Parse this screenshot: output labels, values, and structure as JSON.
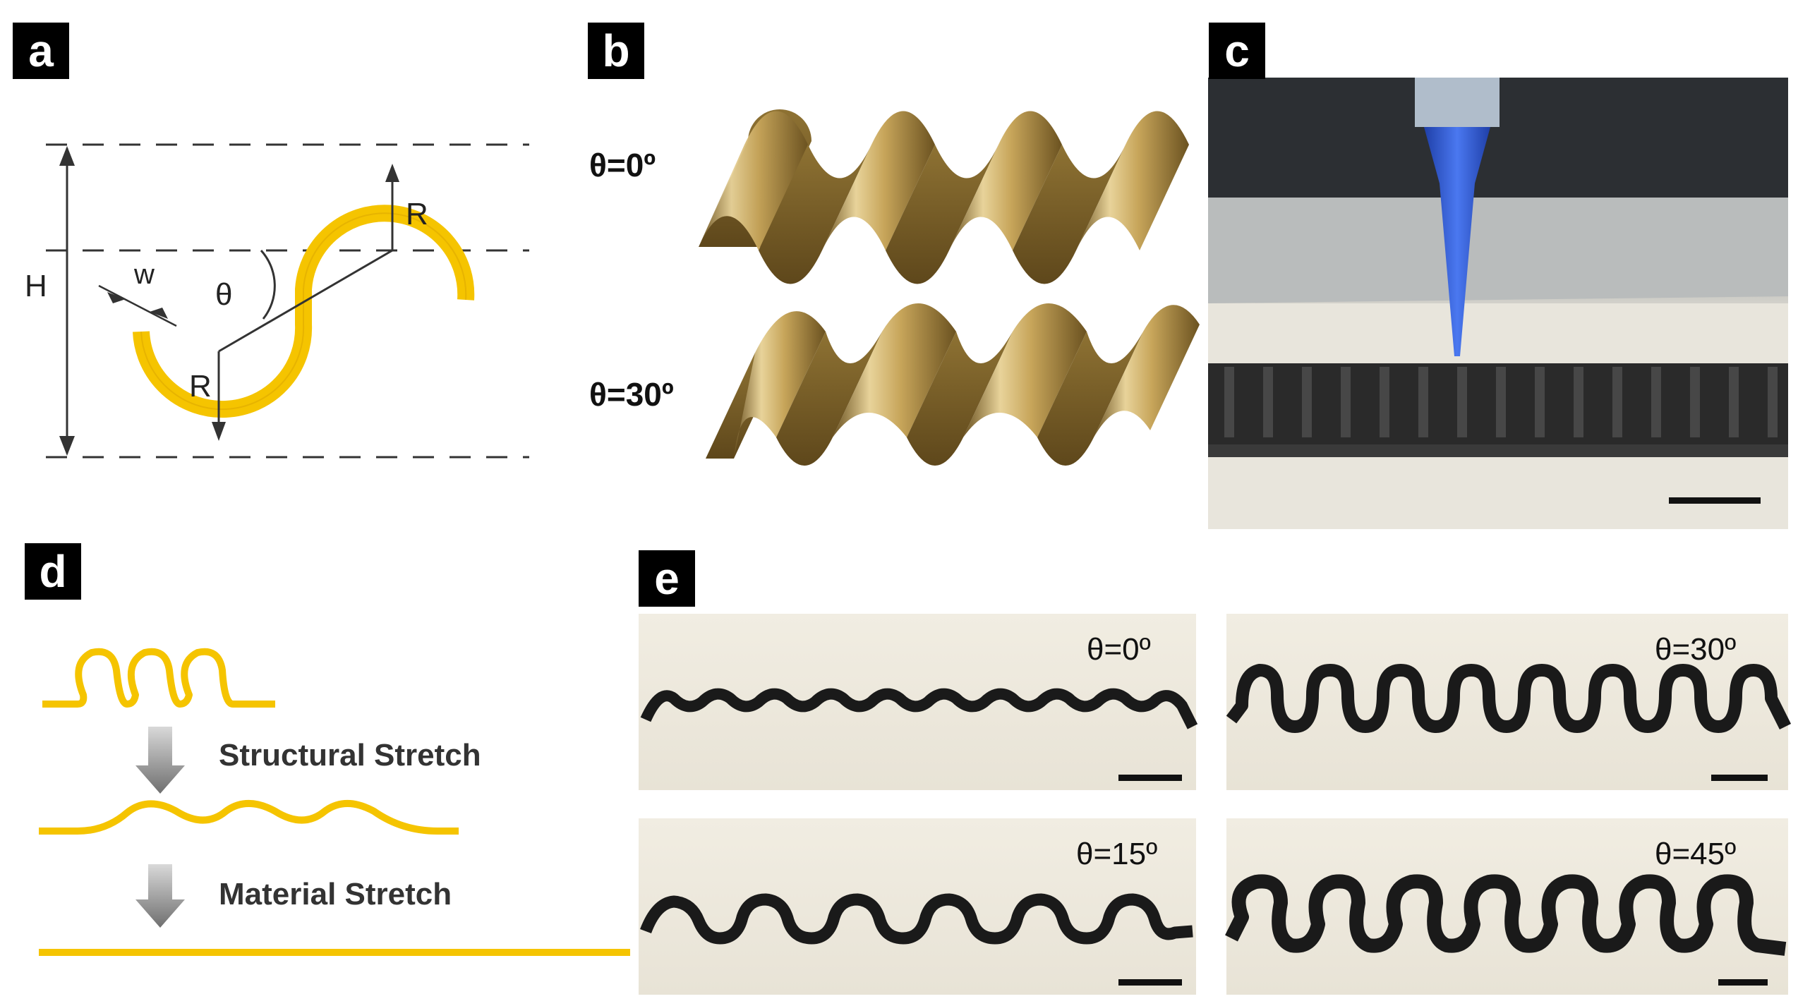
{
  "panels": {
    "a": {
      "label": "a",
      "height_label": "H",
      "width_label": "w",
      "angle_label": "θ",
      "radius_label_top": "R",
      "radius_label_bottom": "R"
    },
    "b": {
      "label": "b",
      "row_top": "θ=0º",
      "row_bottom": "θ=30º"
    },
    "c": {
      "label": "c"
    },
    "d": {
      "label": "d",
      "step1": "Structural Stretch",
      "step2": "Material Stretch"
    },
    "e": {
      "label": "e",
      "tl": "θ=0º",
      "tr": "θ=30º",
      "bl": "θ=15º",
      "br": "θ=45º"
    }
  },
  "colors": {
    "gold": "#F5C400",
    "bronze_light": "#D9BB78",
    "bronze_dark": "#7A6128",
    "ink": "#1c1c1c",
    "tip_blue": "#2E5BD6"
  },
  "icons": {
    "arrow": "gray-down-arrow-icon"
  }
}
